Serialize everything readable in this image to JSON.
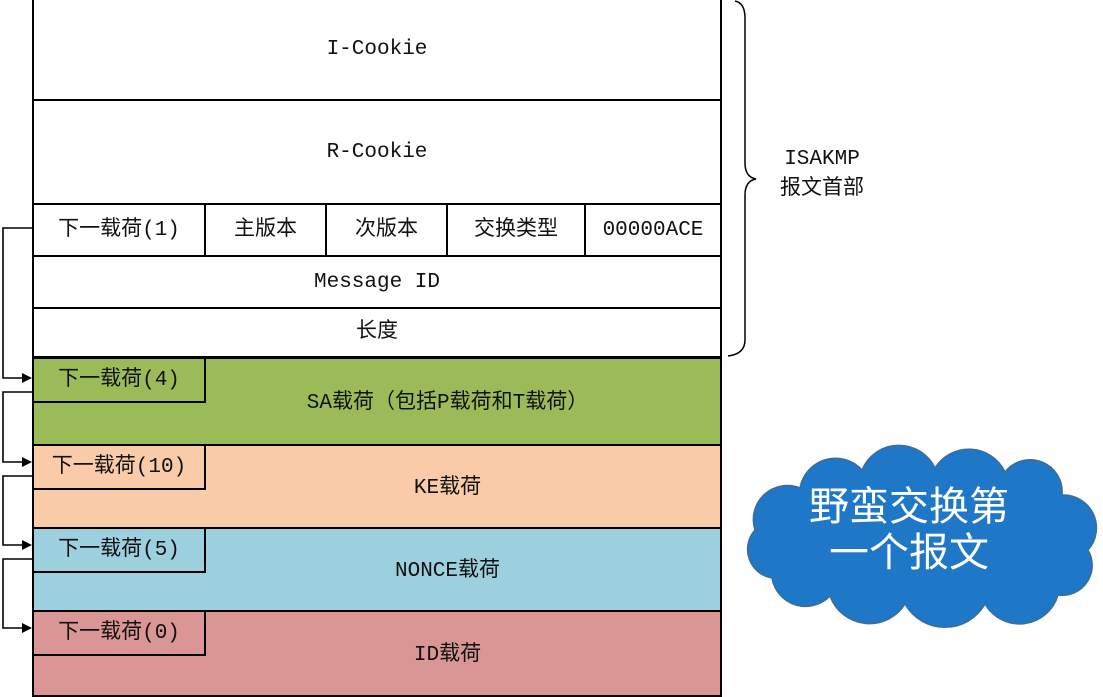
{
  "header": {
    "i_cookie": "I-Cookie",
    "r_cookie": "R-Cookie",
    "fields": {
      "next_payload": "下一载荷(1)",
      "major_version": "主版本",
      "minor_version": "次版本",
      "exchange_type": "交换类型",
      "flags": "00000ACE"
    },
    "message_id": "Message ID",
    "length": "长度"
  },
  "header_brace_label": {
    "line1": "ISAKMP",
    "line2": "报文首部"
  },
  "payloads": [
    {
      "next_payload": "下一载荷(4)",
      "label": "SA载荷（包括P载荷和T载荷）",
      "color": "#9BBB59"
    },
    {
      "next_payload": "下一载荷(10)",
      "label": "KE载荷",
      "color": "#F9CBA8"
    },
    {
      "next_payload": "下一载荷(5)",
      "label": "NONCE载荷",
      "color": "#9CD0DE"
    },
    {
      "next_payload": "下一载荷(0)",
      "label": "ID载荷",
      "color": "#D99694"
    }
  ],
  "callout": {
    "line1": "野蛮交换第",
    "line2": "一个报文",
    "color": "#1F77C8"
  }
}
